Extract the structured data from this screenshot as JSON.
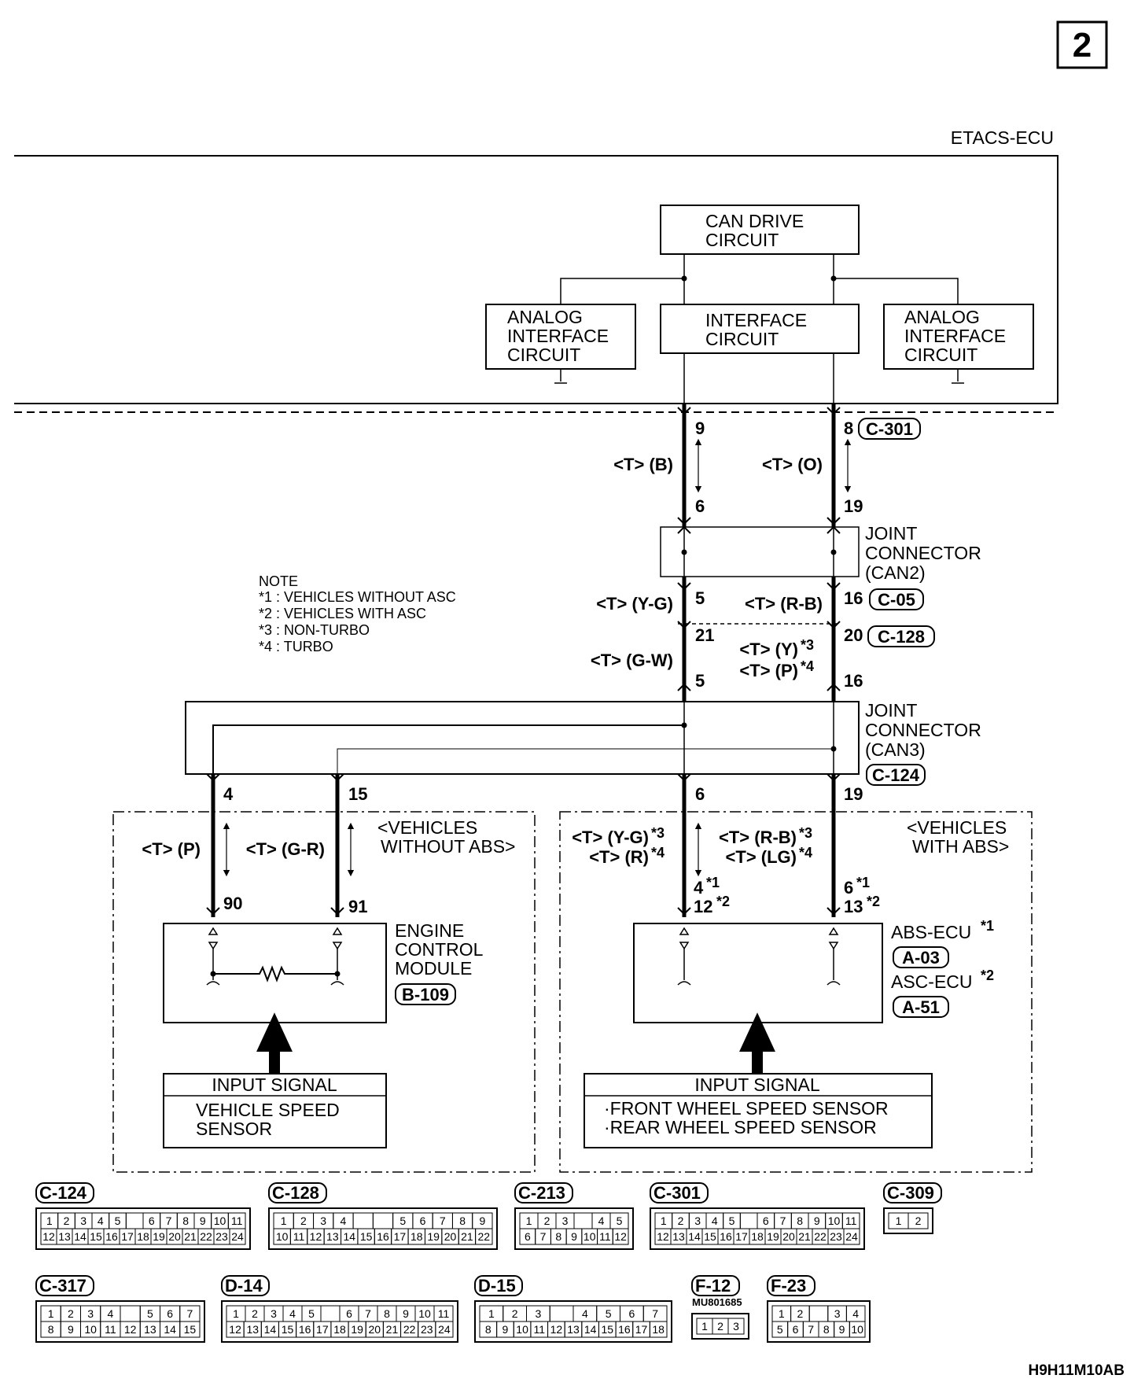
{
  "page_number": "2",
  "footer_code": "H9H11M10AB",
  "etacs": {
    "label": "ETACS-ECU",
    "can_drive": [
      "CAN DRIVE",
      "CIRCUIT"
    ],
    "interface": [
      "INTERFACE",
      "CIRCUIT"
    ],
    "analog_left": [
      "ANALOG",
      "INTERFACE",
      "CIRCUIT"
    ],
    "analog_right": [
      "ANALOG",
      "INTERFACE",
      "CIRCUIT"
    ]
  },
  "wires_top": {
    "left_pin_top": "9",
    "left_color": "<T> (B)",
    "left_pin_bottom": "6",
    "right_pin_top": "8",
    "right_color": "<T> (O)",
    "right_pin_bottom": "19",
    "connector": "C-301"
  },
  "joint_can2": {
    "lines": [
      "JOINT",
      "CONNECTOR",
      "(CAN2)"
    ]
  },
  "wires_mid": {
    "l_pin_a": "5",
    "l_color_a": "<T> (Y-G)",
    "r_pin_a": "16",
    "r_color_a": "<T> (R-B)",
    "conn_a": "C-05",
    "l_pin_b": "21",
    "r_pin_b": "20",
    "conn_b": "C-128",
    "l_color_b": "<T> (G-W)",
    "r_color_b1": "<T> (Y)",
    "r_star_b1": "*3",
    "r_color_b2": "<T> (P)",
    "r_star_b2": "*4",
    "l_pin_c": "5",
    "r_pin_c": "16"
  },
  "note": {
    "title": "NOTE",
    "items": [
      "*1 : VEHICLES WITHOUT ASC",
      "*2 : VEHICLES WITH ASC",
      "*3 : NON-TURBO",
      "*4 : TURBO"
    ]
  },
  "joint_can3": {
    "lines": [
      "JOINT",
      "CONNECTOR",
      "(CAN3)"
    ],
    "connector": "C-124"
  },
  "bottom_pins": {
    "p4": "4",
    "p15": "15",
    "p6": "6",
    "p19": "19"
  },
  "left_group": {
    "title": [
      "<VEHICLES",
      "WITHOUT ABS>"
    ],
    "color_a": "<T> (P)",
    "color_b": "<T> (G-R)",
    "pin_a": "90",
    "pin_b": "91",
    "module": [
      "ENGINE",
      "CONTROL",
      "MODULE"
    ],
    "module_conn": "B-109",
    "input_title": "INPUT SIGNAL",
    "input_items": [
      "VEHICLE SPEED",
      "SENSOR"
    ]
  },
  "right_group": {
    "title": [
      "<VEHICLES",
      "WITH ABS>"
    ],
    "color_a1": "<T> (Y-G)",
    "star_a1": "*3",
    "color_a2": "<T> (R)",
    "star_a2": "*4",
    "color_b1": "<T> (R-B)",
    "star_b1": "*3",
    "color_b2": "<T> (LG)",
    "star_b2": "*4",
    "pin_a1": "4",
    "pin_a1_star": "*1",
    "pin_a2": "12",
    "pin_a2_star": "*2",
    "pin_b1": "6",
    "pin_b1_star": "*1",
    "pin_b2": "13",
    "pin_b2_star": "*2",
    "ecu_a": "ABS-ECU",
    "ecu_a_star": "*1",
    "ecu_a_conn": "A-03",
    "ecu_b": "ASC-ECU",
    "ecu_b_star": "*2",
    "ecu_b_conn": "A-51",
    "input_title": "INPUT SIGNAL",
    "input_items": [
      "·FRONT WHEEL SPEED SENSOR",
      "·REAR WHEEL SPEED SENSOR"
    ]
  },
  "connectors": [
    {
      "id": "C-124",
      "rows": [
        [
          "1",
          "2",
          "3",
          "4",
          "5",
          "",
          "6",
          "7",
          "8",
          "9",
          "10",
          "11"
        ],
        [
          "12",
          "13",
          "14",
          "15",
          "16",
          "17",
          "18",
          "19",
          "20",
          "21",
          "22",
          "23",
          "24"
        ]
      ]
    },
    {
      "id": "C-128",
      "rows": [
        [
          "1",
          "2",
          "3",
          "4",
          "",
          "",
          "5",
          "6",
          "7",
          "8",
          "9"
        ],
        [
          "10",
          "11",
          "12",
          "13",
          "14",
          "15",
          "16",
          "17",
          "18",
          "19",
          "20",
          "21",
          "22"
        ]
      ]
    },
    {
      "id": "C-213",
      "rows": [
        [
          "1",
          "2",
          "3",
          "",
          "4",
          "5"
        ],
        [
          "6",
          "7",
          "8",
          "9",
          "10",
          "11",
          "12"
        ]
      ]
    },
    {
      "id": "C-301",
      "rows": [
        [
          "1",
          "2",
          "3",
          "4",
          "5",
          "",
          "6",
          "7",
          "8",
          "9",
          "10",
          "11"
        ],
        [
          "12",
          "13",
          "14",
          "15",
          "16",
          "17",
          "18",
          "19",
          "20",
          "21",
          "22",
          "23",
          "24"
        ]
      ]
    },
    {
      "id": "C-309",
      "rows": [
        [
          "1",
          "2"
        ]
      ]
    },
    {
      "id": "C-317",
      "rows": [
        [
          "1",
          "2",
          "3",
          "4",
          "",
          "5",
          "6",
          "7"
        ],
        [
          "8",
          "9",
          "10",
          "11",
          "12",
          "13",
          "14",
          "15"
        ]
      ]
    },
    {
      "id": "D-14",
      "rows": [
        [
          "1",
          "2",
          "3",
          "4",
          "5",
          "",
          "6",
          "7",
          "8",
          "9",
          "10",
          "11"
        ],
        [
          "12",
          "13",
          "14",
          "15",
          "16",
          "17",
          "18",
          "19",
          "20",
          "21",
          "22",
          "23",
          "24"
        ]
      ]
    },
    {
      "id": "D-15",
      "rows": [
        [
          "1",
          "2",
          "3",
          "",
          "4",
          "5",
          "6",
          "7"
        ],
        [
          "8",
          "9",
          "10",
          "11",
          "12",
          "13",
          "14",
          "15",
          "16",
          "17",
          "18"
        ]
      ]
    },
    {
      "id": "F-12",
      "part": "MU801685",
      "rows": [
        [
          "1",
          "2",
          "3"
        ]
      ]
    },
    {
      "id": "F-23",
      "rows": [
        [
          "1",
          "2",
          "",
          "3",
          "4"
        ],
        [
          "5",
          "6",
          "7",
          "8",
          "9",
          "10"
        ]
      ]
    }
  ]
}
